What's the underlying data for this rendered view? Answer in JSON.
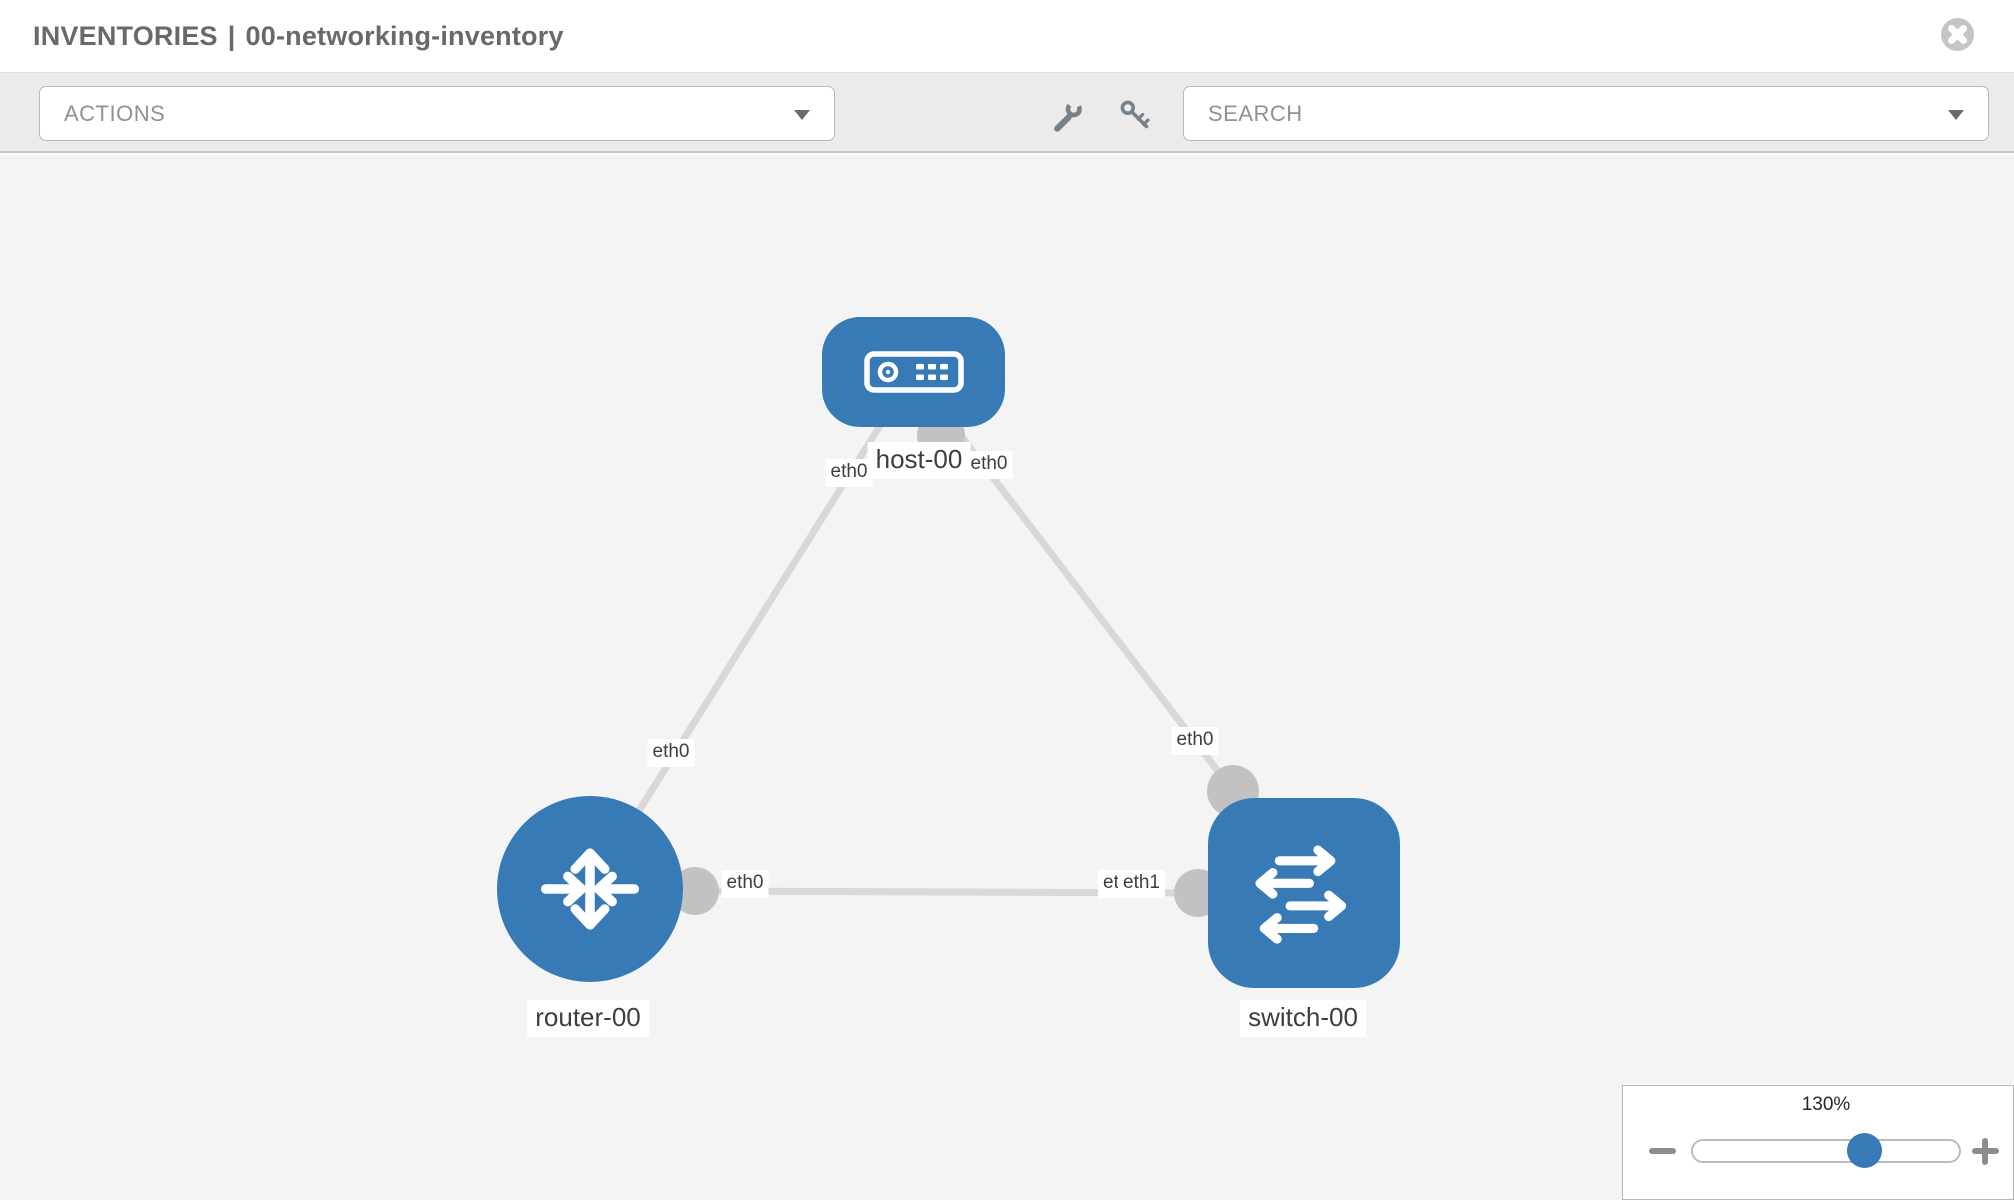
{
  "header": {
    "breadcrumb": "INVENTORIES",
    "separator": "|",
    "inventory_name": "00-networking-inventory",
    "close_icon": "close-icon"
  },
  "toolbar": {
    "actions_label": "ACTIONS",
    "search_label": "SEARCH",
    "icons": [
      "wrench-icon",
      "key-icon"
    ]
  },
  "topology": {
    "nodes": [
      {
        "id": "host-00",
        "type": "host",
        "label": "host-00"
      },
      {
        "id": "router-00",
        "type": "router",
        "label": "router-00"
      },
      {
        "id": "switch-00",
        "type": "switch",
        "label": "switch-00"
      }
    ],
    "links": [
      {
        "from": "host-00",
        "to": "router-00",
        "host_interface": "eth0",
        "router_interface": "eth0"
      },
      {
        "from": "host-00",
        "to": "switch-00",
        "host_interface": "eth0",
        "switch_interface": "eth0"
      },
      {
        "from": "router-00",
        "to": "switch-00",
        "router_interface": "eth0",
        "switch_interface": "eth1",
        "switch_interface_hidden": "eth0"
      }
    ]
  },
  "zoom_control": {
    "value_label": "130%",
    "percent": 130
  },
  "colors": {
    "node_blue": "#377ab5",
    "link_gray": "#d8d8d8",
    "connector_gray": "#c2c2c2",
    "toolbar_bg": "#ebebeb",
    "canvas_bg": "#f4f4f5"
  }
}
